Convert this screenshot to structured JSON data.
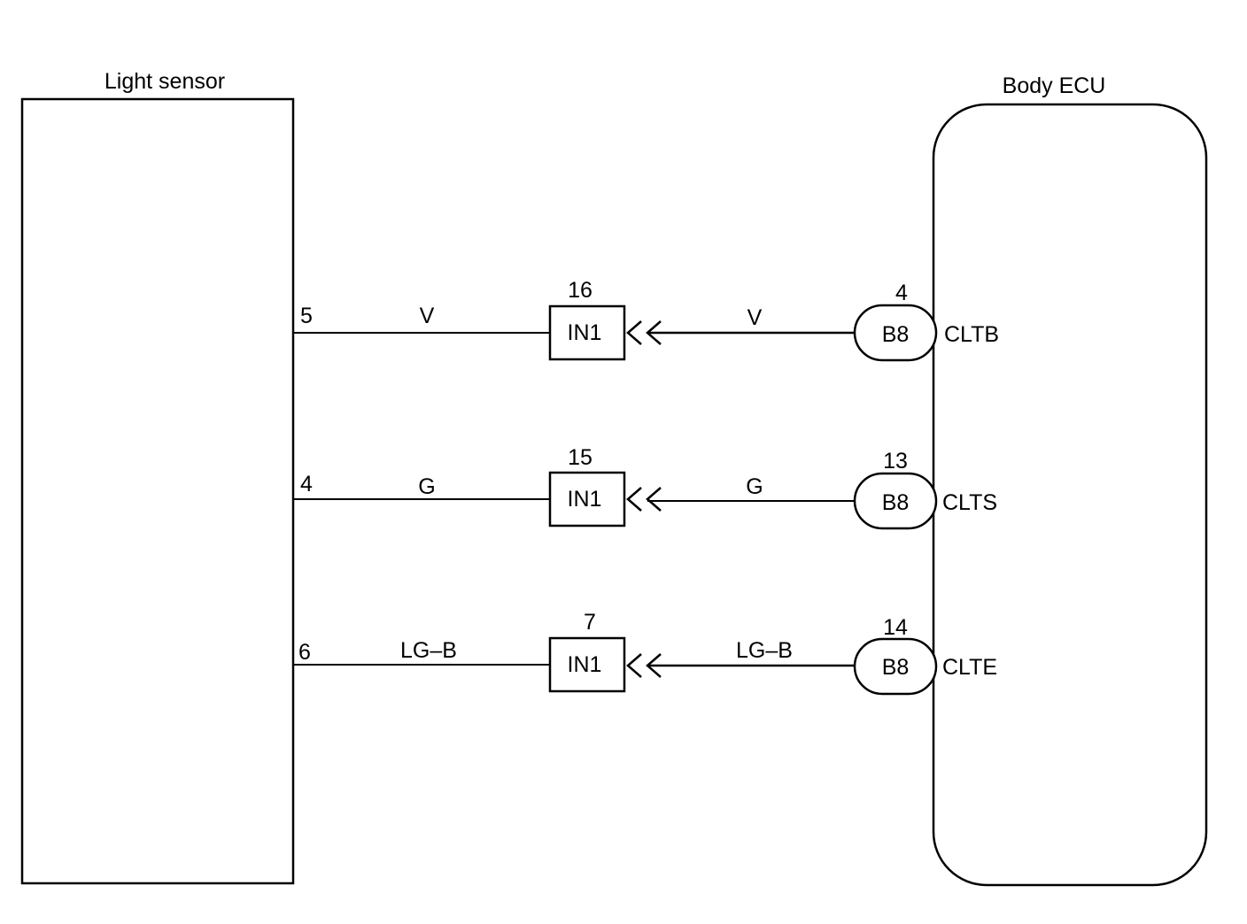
{
  "light_sensor": {
    "title": "Light sensor"
  },
  "body_ecu": {
    "title": "Body ECU"
  },
  "circuits": [
    {
      "sensor_pin": "5",
      "wire_color_left": "V",
      "junction_pin": "16",
      "junction_connector": "IN1",
      "wire_color_right": "V",
      "ecu_pin": "4",
      "ecu_connector": "B8",
      "ecu_terminal": "CLTB"
    },
    {
      "sensor_pin": "4",
      "wire_color_left": "G",
      "junction_pin": "15",
      "junction_connector": "IN1",
      "wire_color_right": "G",
      "ecu_pin": "13",
      "ecu_connector": "B8",
      "ecu_terminal": "CLTS"
    },
    {
      "sensor_pin": "6",
      "wire_color_left": "LG–B",
      "junction_pin": "7",
      "junction_connector": "IN1",
      "wire_color_right": "LG–B",
      "ecu_pin": "14",
      "ecu_connector": "B8",
      "ecu_terminal": "CLTE"
    }
  ]
}
